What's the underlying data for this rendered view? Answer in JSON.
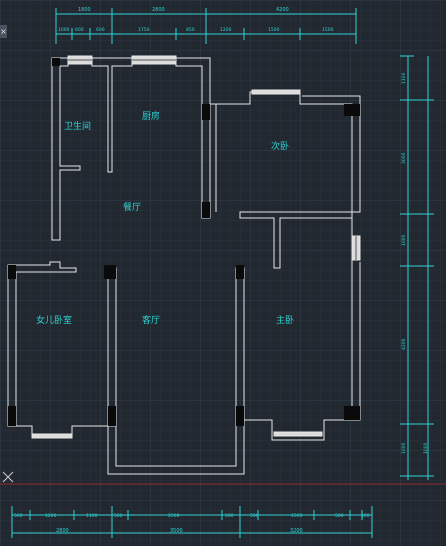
{
  "drawing": {
    "rooms": {
      "bathroom": "卫生间",
      "kitchen": "厨房",
      "second_bedroom": "次卧",
      "dining_room": "餐厅",
      "daughter_bedroom": "女儿卧室",
      "living_room": "客厅",
      "master_bedroom": "主卧"
    },
    "top_dims": {
      "row1": [
        "1800",
        "2800",
        "4200"
      ],
      "row2": [
        "1000",
        "600",
        "600",
        "1750",
        "850",
        "1200",
        "1500",
        "1500"
      ]
    },
    "bottom_dims": {
      "row1": [
        "500",
        "1200",
        "1100",
        "500",
        "2500",
        "500",
        "500",
        "1500",
        "500",
        "100"
      ],
      "row2": [
        "2800",
        "3500",
        "3200"
      ]
    },
    "right_dims": [
      "1100",
      "3000",
      "1000",
      "4200",
      "1000",
      "1000"
    ]
  },
  "colors": {
    "background": "#212830",
    "grid": "#2c3540",
    "grid_major": "#34404d",
    "dimension": "#2fd3d3",
    "wall": "#e8e8e8",
    "column": "#0a0a0a",
    "axis_red": "#8b2b2b"
  }
}
